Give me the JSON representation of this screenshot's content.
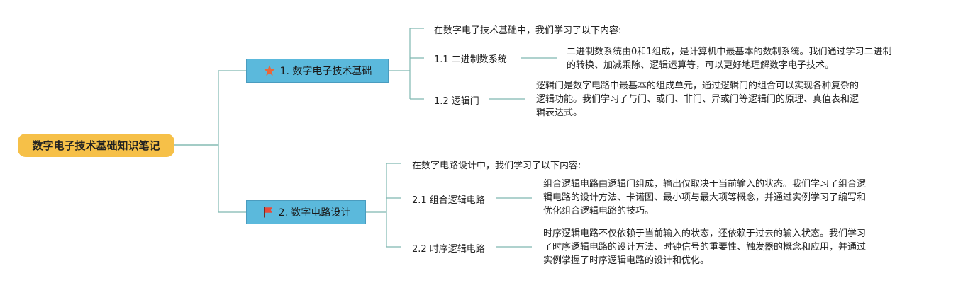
{
  "root": {
    "title": "数字电子技术基础知识笔记"
  },
  "branches": [
    {
      "label": "1. 数字电子技术基础",
      "icon": "star-icon",
      "icon_color": "#e8673a",
      "intro": "在数字电子技术基础中，我们学习了以下内容:",
      "subs": [
        {
          "label": "1.1 二进制数系统",
          "lines": [
            "二进制数系统由0和1组成，是计算机中最基本的数制系统。我们通过学习二进制",
            "的转换、加减乘除、逻辑运算等，可以更好地理解数字电子技术。"
          ]
        },
        {
          "label": "1.2 逻辑门",
          "lines": [
            "逻辑门是数字电路中最基本的组成单元，通过逻辑门的组合可以实现各种复杂的",
            "逻辑功能。我们学习了与门、或门、非门、异或门等逻辑门的原理、真值表和逻",
            "辑表达式。"
          ]
        }
      ]
    },
    {
      "label": "2. 数字电路设计",
      "icon": "flag-icon",
      "icon_color": "#e84a3a",
      "intro": "在数字电路设计中，我们学习了以下内容:",
      "subs": [
        {
          "label": "2.1 组合逻辑电路",
          "lines": [
            "组合逻辑电路由逻辑门组成，输出仅取决于当前输入的状态。我们学习了组合逻",
            "辑电路的设计方法、卡诺图、最小项与最大项等概念，并通过实例学习了编写和",
            "优化组合逻辑电路的技巧。"
          ]
        },
        {
          "label": "2.2 时序逻辑电路",
          "lines": [
            "时序逻辑电路不仅依赖于当前输入的状态，还依赖于过去的输入状态。我们学习",
            "了时序逻辑电路的设计方法、时钟信号的重要性、触发器的概念和应用，并通过",
            "实例掌握了时序逻辑电路的设计和优化。"
          ]
        }
      ]
    }
  ],
  "colors": {
    "line": "#7fb8b0",
    "root_fill": "#f6c048",
    "branch_fill": "#5bb9dc"
  }
}
